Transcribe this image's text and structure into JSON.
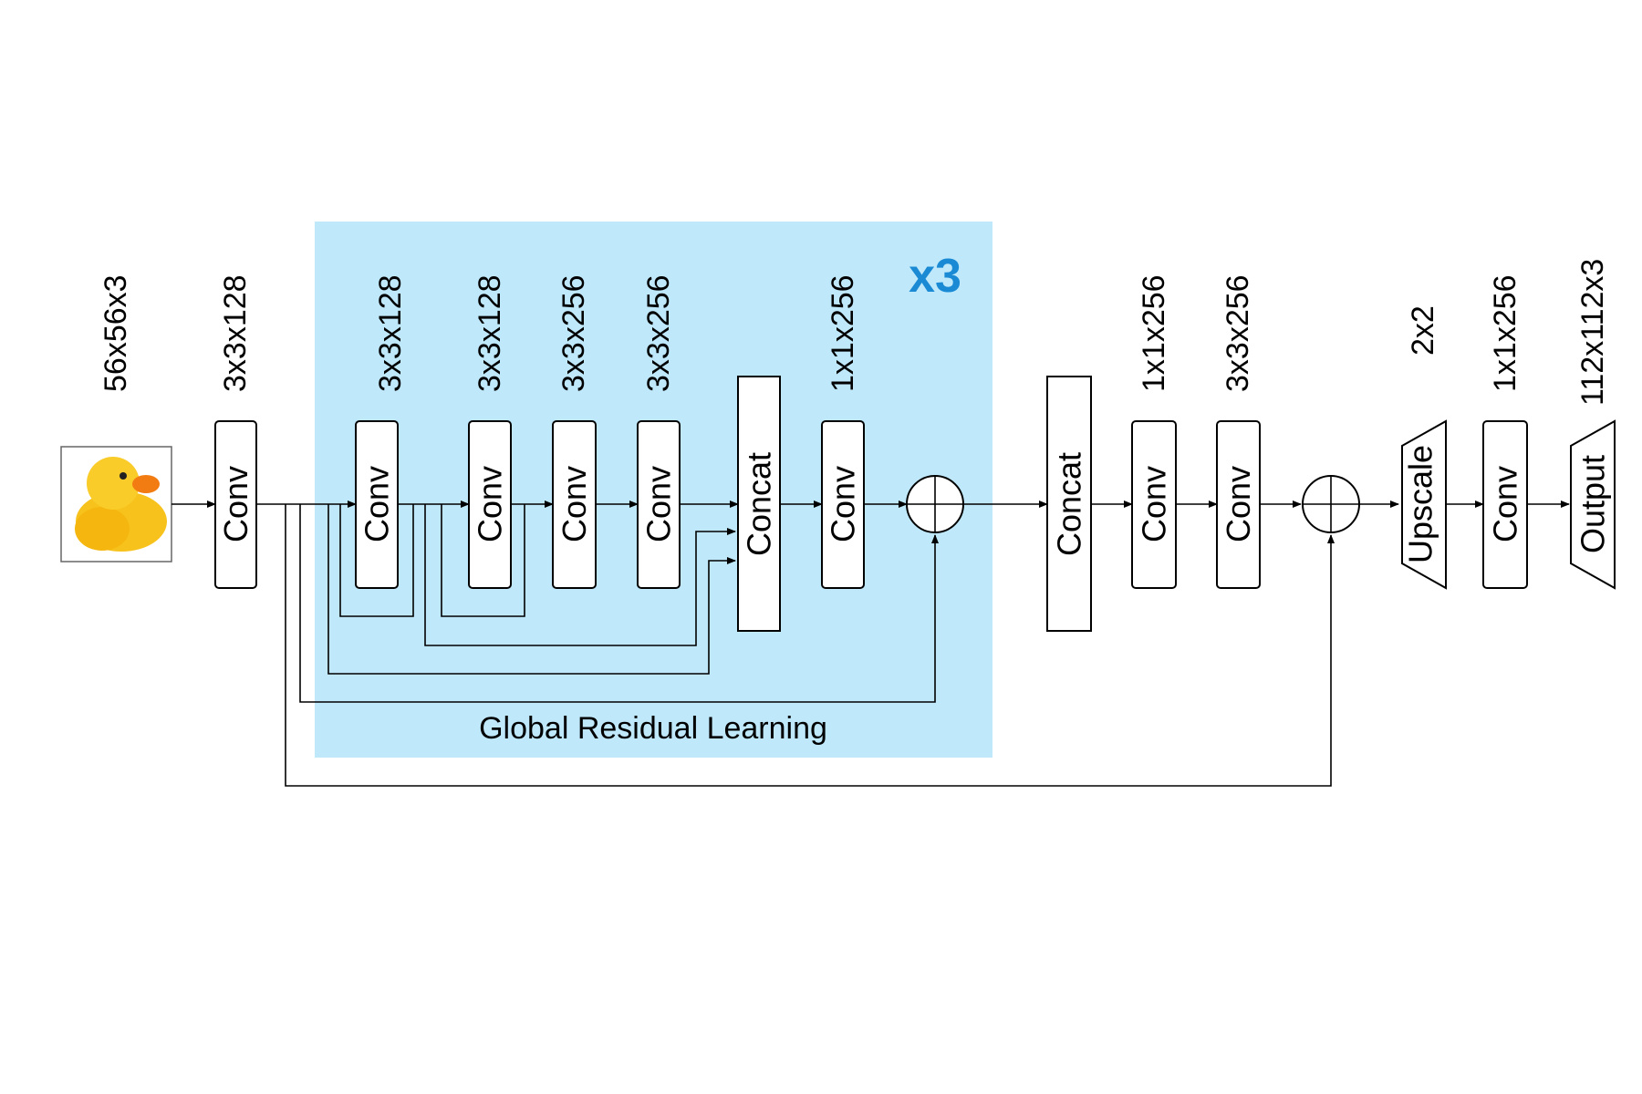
{
  "input": {
    "dim": "56x56x3",
    "image": "rubber-duck"
  },
  "stem_conv": {
    "dim": "3x3x128",
    "label": "Conv"
  },
  "block": {
    "repeat": "x3",
    "caption": "Global Residual Learning",
    "background": "#bfe9fb",
    "layers": [
      {
        "dim": "3x3x128",
        "label": "Conv"
      },
      {
        "dim": "3x3x128",
        "label": "Conv"
      },
      {
        "dim": "3x3x256",
        "label": "Conv"
      },
      {
        "dim": "3x3x256",
        "label": "Conv"
      }
    ],
    "concat": {
      "label": "Concat"
    },
    "fuse_conv": {
      "dim": "1x1x256",
      "label": "Conv"
    }
  },
  "tail": {
    "concat": {
      "label": "Concat"
    },
    "layers": [
      {
        "dim": "1x1x256",
        "label": "Conv"
      },
      {
        "dim": "3x3x256",
        "label": "Conv"
      }
    ],
    "upscale": {
      "dim": "2x2",
      "label": "Upscale"
    },
    "final_conv": {
      "dim": "1x1x256",
      "label": "Conv"
    },
    "output": {
      "dim": "112x112x3",
      "label": "Output"
    }
  }
}
